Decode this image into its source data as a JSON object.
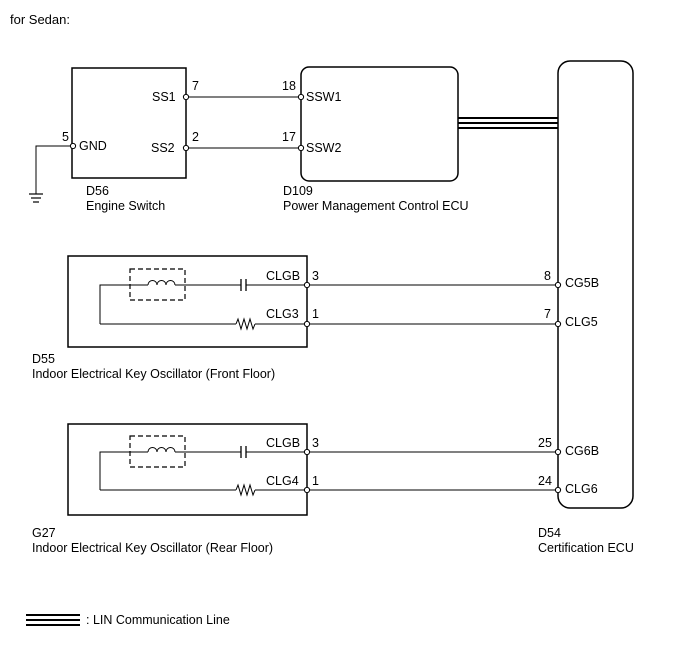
{
  "header": {
    "text": "for Sedan:"
  },
  "engine_switch": {
    "code": "D56",
    "name": "Engine Switch",
    "pins": {
      "ss1_label": "SS1",
      "ss1_num": "7",
      "ss2_label": "SS2",
      "ss2_num": "2",
      "gnd_label": "GND",
      "gnd_num": "5"
    }
  },
  "power_ecu": {
    "code": "D109",
    "name": "Power Management Control ECU",
    "pins": {
      "ssw1_label": "SSW1",
      "ssw1_num": "18",
      "ssw2_label": "SSW2",
      "ssw2_num": "17"
    }
  },
  "front_oscillator": {
    "code": "D55",
    "name": "Indoor Electrical Key Oscillator (Front Floor)",
    "pins": {
      "clgb_label": "CLGB",
      "clgb_num": "3",
      "clg_label": "CLG3",
      "clg_num": "1"
    }
  },
  "rear_oscillator": {
    "code": "G27",
    "name": "Indoor Electrical Key Oscillator (Rear Floor)",
    "pins": {
      "clgb_label": "CLGB",
      "clgb_num": "3",
      "clg_label": "CLG4",
      "clg_num": "1"
    }
  },
  "cert_ecu": {
    "code": "D54",
    "name": "Certification ECU",
    "pins": {
      "cg5b_label": "CG5B",
      "cg5b_num": "8",
      "clg5_label": "CLG5",
      "clg5_num": "7",
      "cg6b_label": "CG6B",
      "cg6b_num": "25",
      "clg6_label": "CLG6",
      "clg6_num": "24"
    }
  },
  "legend": {
    "lin_label": ": LIN Communication Line"
  }
}
